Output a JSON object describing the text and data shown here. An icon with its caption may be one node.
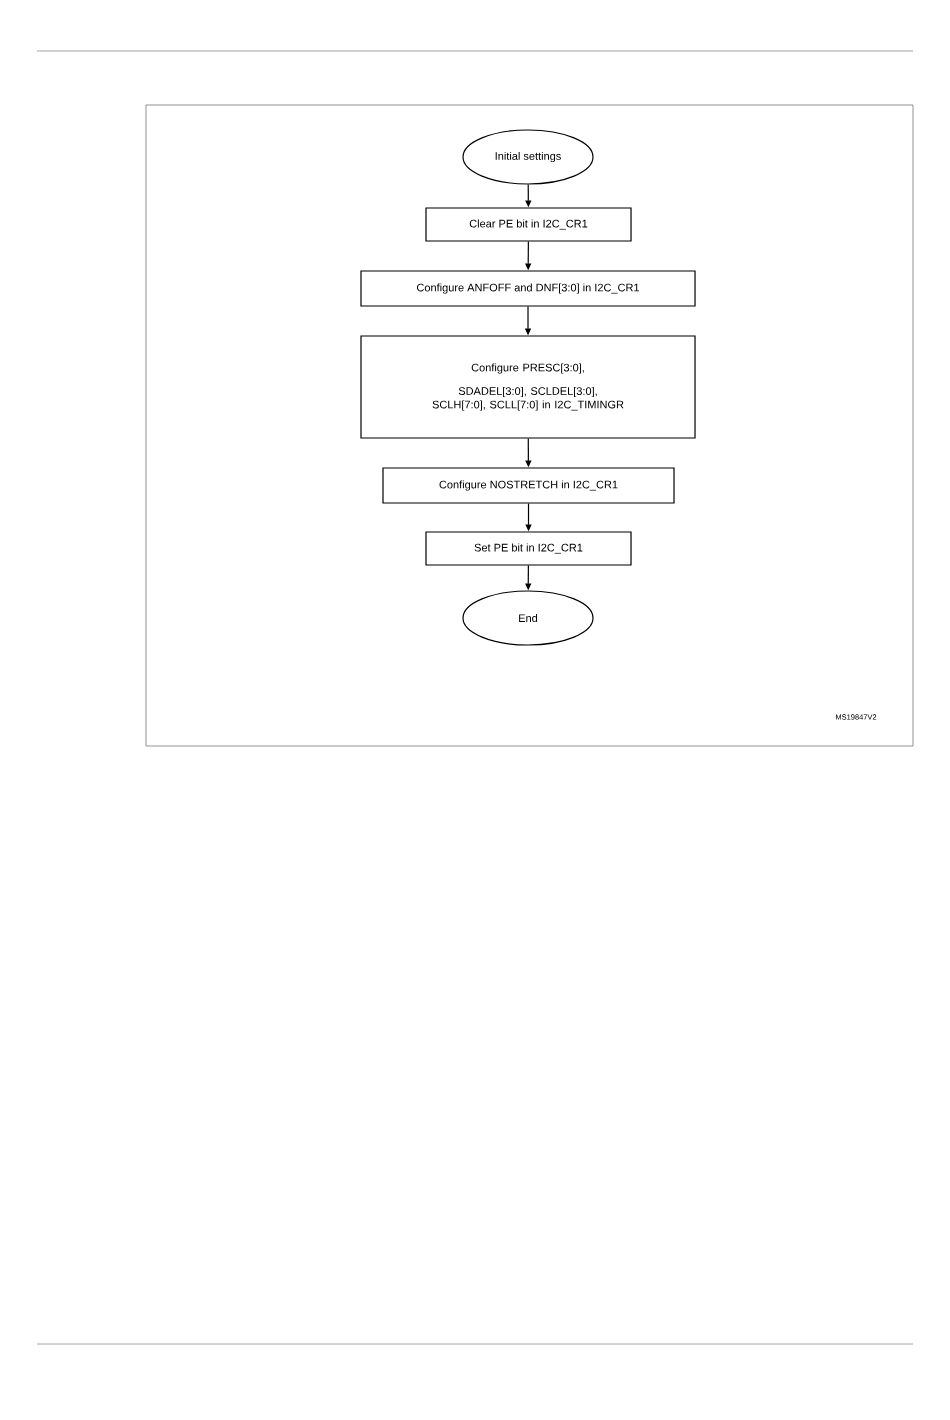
{
  "diagram": {
    "nodes": [
      {
        "text": [
          "Initial settings"
        ]
      },
      {
        "text": [
          "Clear PE bit in I2C_CR1"
        ]
      },
      {
        "text": [
          "Configure ANFOFF and DNF[3:0] in I2C_CR1"
        ]
      },
      {
        "text": [
          "Configure PRESC[3:0],",
          "SDADEL[3:0], SCLDEL[3:0], SCLH[7:0], SCLL[7:0] in I2C_TIMINGR"
        ]
      },
      {
        "text": [
          "Configure NOSTRETCH in I2C_CR1"
        ]
      },
      {
        "text": [
          "Set PE bit in I2C_CR1"
        ]
      },
      {
        "text": [
          "End"
        ]
      }
    ],
    "edges": [
      {
        "from": 0,
        "to": 1,
        "arrow": "to"
      },
      {
        "from": 1,
        "to": 2,
        "arrow": "to"
      },
      {
        "from": 2,
        "to": 3,
        "arrow": "to"
      },
      {
        "from": 3,
        "to": 4,
        "arrow": "to"
      },
      {
        "from": 4,
        "to": 5,
        "arrow": "to"
      },
      {
        "from": 5,
        "to": 6,
        "arrow": "to"
      }
    ],
    "labels": [
      "MS19847V2"
    ]
  }
}
